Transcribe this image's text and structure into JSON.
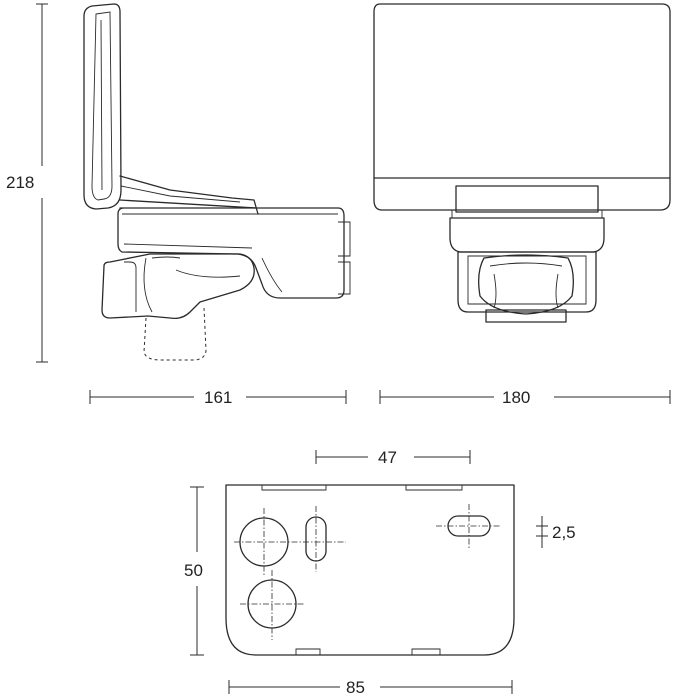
{
  "drawing": {
    "dimensions": {
      "height_total": "218",
      "side_depth": "161",
      "front_width": "180",
      "hole_spacing": "47",
      "plate_height": "50",
      "slot_width": "2,5",
      "plate_width": "85"
    },
    "colors": {
      "line": "#2b2b2b",
      "background": "#ffffff"
    }
  }
}
